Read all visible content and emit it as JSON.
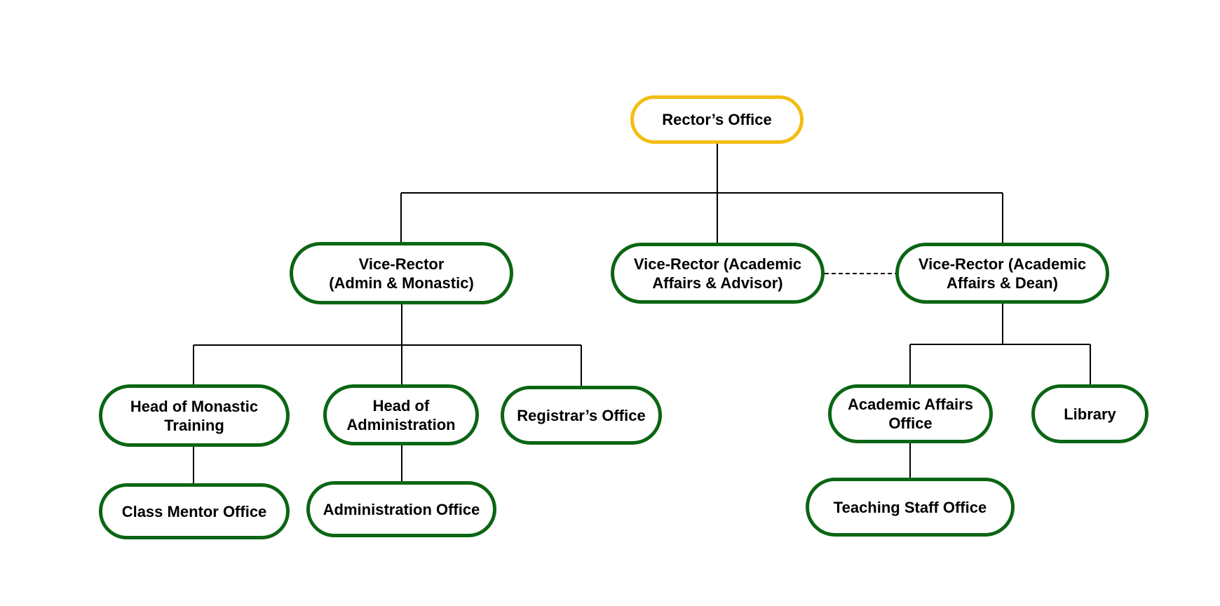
{
  "diagram": {
    "type": "org-chart",
    "colors": {
      "root_border": "#f2bd13",
      "node_border": "#0b6514",
      "connector": "#000000",
      "text": "#000000"
    },
    "nodes": {
      "rector": "Rector’s Office",
      "vr_admin": "Vice-Rector\n(Admin & Monastic)",
      "vr_advisor": "Vice-Rector (Academic\nAffairs & Advisor)",
      "vr_dean": "Vice-Rector (Academic\nAffairs & Dean)",
      "head_monastic": "Head of Monastic\nTraining",
      "head_admin": "Head of\nAdministration",
      "registrar": "Registrar’s Office",
      "class_mentor": "Class Mentor Office",
      "admin_office": "Administration Office",
      "academic_affairs_office": "Academic Affairs\nOffice",
      "library": "Library",
      "teaching_staff": "Teaching Staff Office"
    },
    "edges": [
      {
        "from": "rector",
        "to": "vr_admin",
        "style": "solid"
      },
      {
        "from": "rector",
        "to": "vr_advisor",
        "style": "solid"
      },
      {
        "from": "rector",
        "to": "vr_dean",
        "style": "solid"
      },
      {
        "from": "vr_advisor",
        "to": "vr_dean",
        "style": "dashed"
      },
      {
        "from": "vr_admin",
        "to": "head_monastic",
        "style": "solid"
      },
      {
        "from": "vr_admin",
        "to": "head_admin",
        "style": "solid"
      },
      {
        "from": "vr_admin",
        "to": "registrar",
        "style": "solid"
      },
      {
        "from": "head_monastic",
        "to": "class_mentor",
        "style": "solid"
      },
      {
        "from": "head_admin",
        "to": "admin_office",
        "style": "solid"
      },
      {
        "from": "vr_dean",
        "to": "academic_affairs_office",
        "style": "solid"
      },
      {
        "from": "vr_dean",
        "to": "library",
        "style": "solid"
      },
      {
        "from": "academic_affairs_office",
        "to": "teaching_staff",
        "style": "solid"
      }
    ]
  }
}
